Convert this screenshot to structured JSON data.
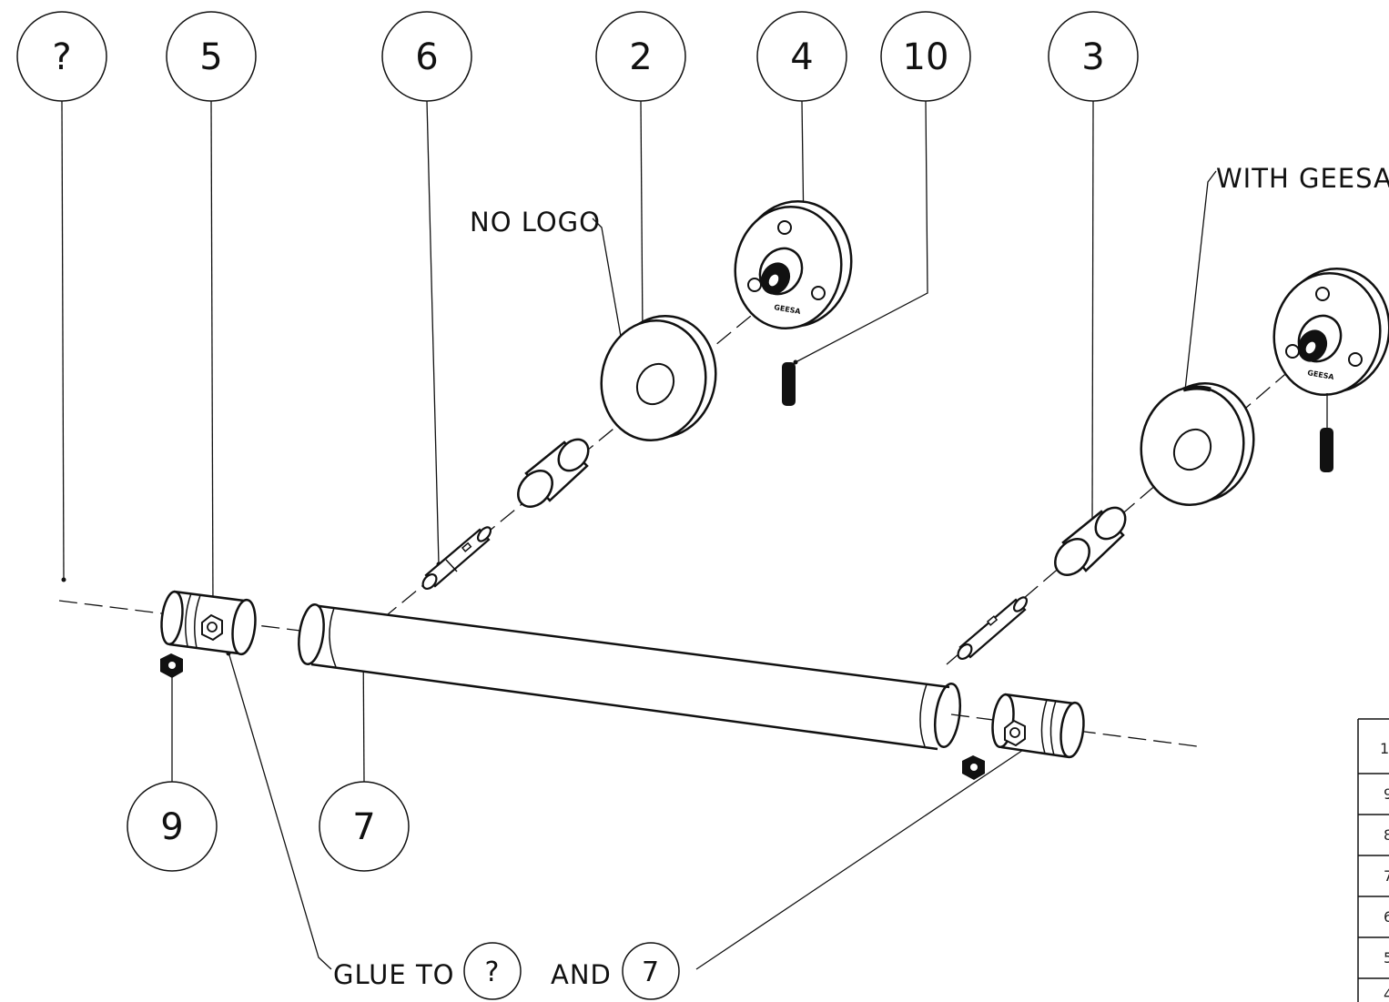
{
  "balloons": {
    "b_q": "?",
    "b5": "5",
    "b6": "6",
    "b2": "2",
    "b4": "4",
    "b10": "10",
    "b3": "3",
    "b9": "9",
    "b7": "7"
  },
  "notes": {
    "no_logo": "NO LOGO",
    "with_geesa": "WITH GEESA",
    "glue_to": "GLUE TO",
    "glue_ref_1": "?",
    "and": "AND",
    "glue_ref_2": "7"
  },
  "bom_table": {
    "rows": [
      "1",
      "9",
      "8",
      "7",
      "6",
      "5",
      "4"
    ]
  }
}
